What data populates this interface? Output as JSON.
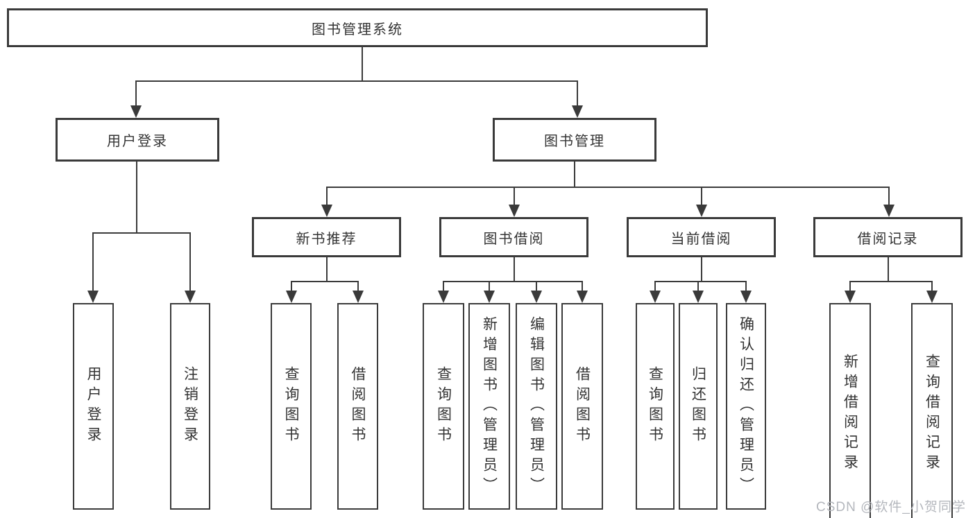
{
  "tree": {
    "root": "图书管理系统",
    "branches": [
      {
        "label": "用户登录",
        "children": [
          "用户登录",
          "注销登录"
        ]
      },
      {
        "label": "图书管理",
        "groups": [
          {
            "label": "新书推荐",
            "children": [
              "查询图书",
              "借阅图书"
            ]
          },
          {
            "label": "图书借阅",
            "children": [
              "查询图书",
              "新增图书（管理员）",
              "编辑图书（管理员）",
              "借阅图书"
            ]
          },
          {
            "label": "当前借阅",
            "children": [
              "查询图书",
              "归还图书",
              "确认归还（管理员）"
            ]
          },
          {
            "label": "借阅记录",
            "children": [
              "新增借阅记录",
              "查询借阅记录"
            ]
          }
        ]
      }
    ]
  },
  "watermark": "CSDN @软件_小贺同学",
  "colors": {
    "line": "#3a3a3a",
    "text": "#333333",
    "watermark": "#b4b7bd",
    "background": "#ffffff"
  }
}
